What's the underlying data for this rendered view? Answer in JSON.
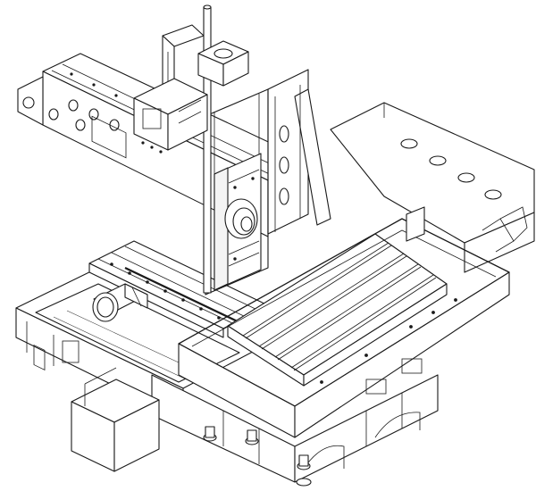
{
  "figure": {
    "kind": "isometric line drawing",
    "colors": {
      "line": "#1a1a1a",
      "paper": "#ffffff",
      "shade": "#e6e6e6"
    },
    "subject_parts": [
      "machine-bed",
      "x-axis-slide",
      "y-axis-column",
      "z-axis-carriage",
      "spindle-head",
      "t-slot-worktable",
      "chip-tray",
      "ball-screw-motors",
      "leveling-feet"
    ]
  }
}
